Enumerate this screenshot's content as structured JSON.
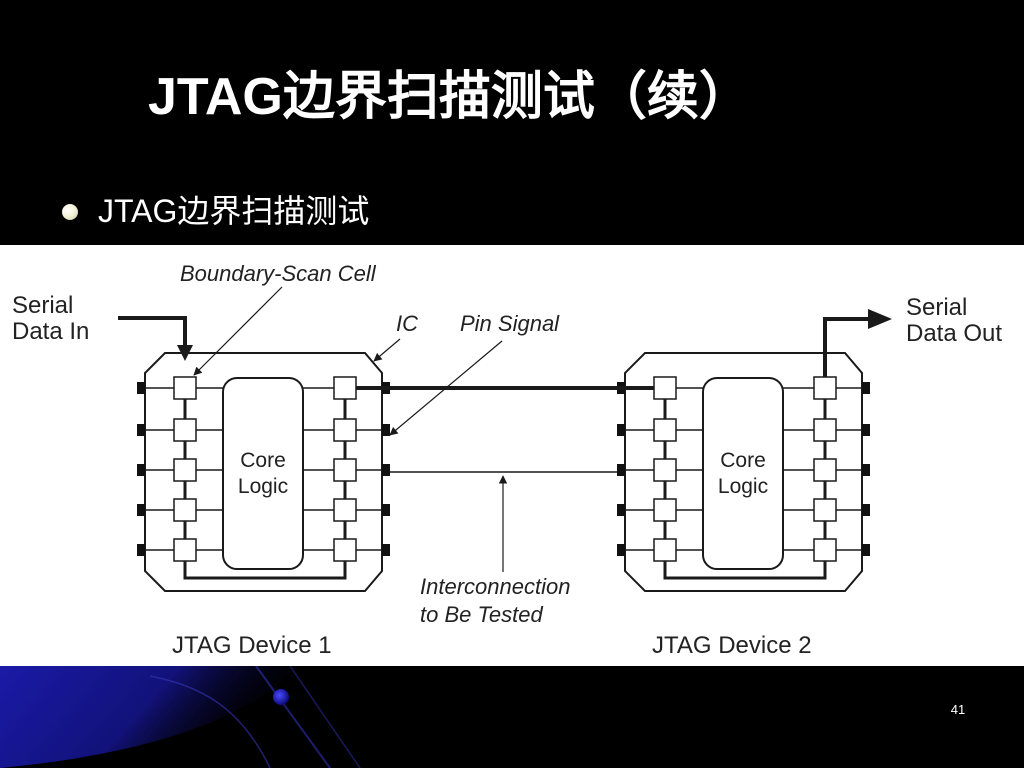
{
  "slide": {
    "title": "JTAG边界扫描测试（续）",
    "bullet": "JTAG边界扫描测试",
    "page_number": "41"
  },
  "diagram": {
    "serial_data_in": [
      "Serial",
      "Data In"
    ],
    "serial_data_out": [
      "Serial",
      "Data Out"
    ],
    "boundary_scan_cell": "Boundary-Scan Cell",
    "ic": "IC",
    "pin_signal": "Pin Signal",
    "interconnection": [
      "Interconnection",
      "to Be Tested"
    ],
    "device1": {
      "core_logic": [
        "Core",
        "Logic"
      ],
      "label": "JTAG Device 1"
    },
    "device2": {
      "core_logic": [
        "Core",
        "Logic"
      ],
      "label": "JTAG Device 2"
    }
  },
  "colors": {
    "background": "#000000",
    "text": "#ffffff",
    "figure_background": "#ffffff",
    "line": "#1a1a1a",
    "accent_blue": "#1a1aa8"
  }
}
